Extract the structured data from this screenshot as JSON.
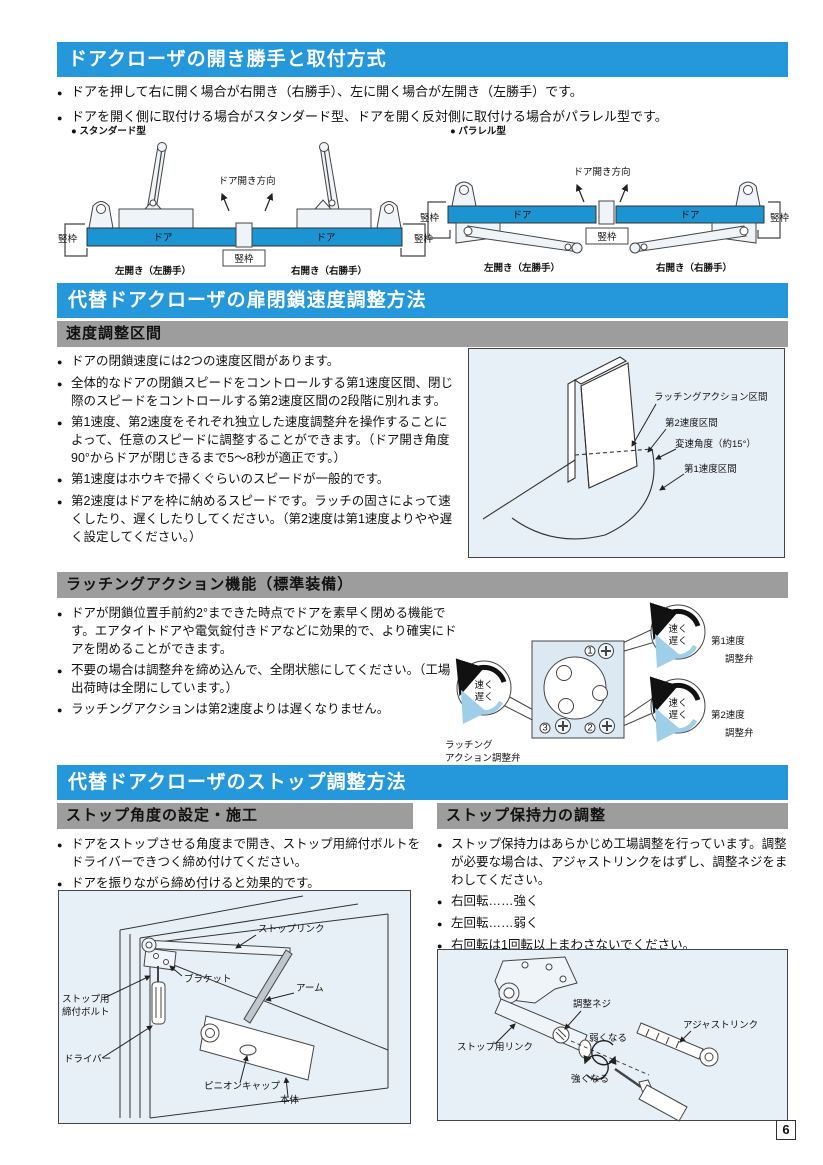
{
  "page_number": "6",
  "s1": {
    "title": "ドアクローザの開き勝手と取付方式",
    "bullets": [
      "ドアを押して右に開く場合が右開き（右勝手）、左に開く場合が左開き（左勝手）です。",
      "ドアを開く側に取付ける場合がスタンダード型、ドアを開く反対側に取付ける場合がパラレル型です。"
    ],
    "standard": {
      "label": "● スタンダード型",
      "opening_dir": "ドア開き方向",
      "door": "ドア",
      "frame": "竪枠",
      "caption_left": "左開き（左勝手）",
      "caption_right": "右開き（右勝手）"
    },
    "parallel": {
      "label": "● パラレル型",
      "opening_dir": "ドア開き方向",
      "door": "ドア",
      "frame": "竪枠",
      "caption_left": "左開き（左勝手）",
      "caption_right": "右開き（右勝手）"
    }
  },
  "s2": {
    "title": "代替ドアクローザの扉閉鎖速度調整方法",
    "speed": {
      "heading": "速度調整区間",
      "bullets": [
        "ドアの閉鎖速度には2つの速度区間があります。",
        "全体的なドアの閉鎖スピードをコントロールする第1速度区間、閉じ際のスピードをコントロールする第2速度区間の2段階に別れます。",
        "第1速度、第2速度をそれぞれ独立した速度調整弁を操作することによって、任意のスピードに調整することができます。（ドア開き角度90°からドアが閉じきるまで5〜8秒が適正です。）",
        "第1速度はホウキで掃くぐらいのスピードが一般的です。",
        "第2速度はドアを枠に納めるスピードです。ラッチの固さによって速くしたり、遅くしたりしてください。（第2速度は第1速度よりやや遅く設定してください。）"
      ],
      "diagram": {
        "latching_zone": "ラッチングアクション区間",
        "speed2_zone": "第2速度区間",
        "change_angle": "変速角度（約15°）",
        "speed1_zone": "第1速度区間"
      }
    },
    "latching": {
      "heading": "ラッチングアクション機能（標準装備）",
      "bullets": [
        "ドアが閉鎖位置手前約2°まできた時点でドアを素早く閉める機能です。エアタイトドアや電気錠付きドアなどに効果的で、より確実にドアを閉めることができます。",
        "不要の場合は調整弁を締め込んで、全閉状態にしてください。（工場出荷時は全閉にしています。）",
        "ラッチングアクションは第2速度よりは遅くなりません。"
      ],
      "diagram": {
        "fast": "速く",
        "slow": "遅く",
        "valve1_l1": "第1速度",
        "valve1_l2": "調整弁",
        "valve2_l1": "第2速度",
        "valve2_l2": "調整弁",
        "latch_l1": "ラッチング",
        "latch_l2": "アクション調整弁",
        "screw_numbers": [
          "1",
          "2",
          "3"
        ]
      }
    }
  },
  "s3": {
    "title": "代替ドアクローザのストップ調整方法",
    "left": {
      "heading": "ストップ角度の設定・施工",
      "bullets": [
        "ドアをストップさせる角度まで開き、ストップ用締付ボルトをドライバーできつく締め付けてください。",
        "ドアを振りながら締め付けると効果的です。"
      ],
      "diagram": {
        "stop_link": "ストップリンク",
        "bracket": "ブラケット",
        "arm": "アーム",
        "stop_bolt_l1": "ストップ用",
        "stop_bolt_l2": "締付ボルト",
        "driver": "ドライバー",
        "pinion_cap": "ピニオンキャップ",
        "body": "本体"
      }
    },
    "right": {
      "heading": "ストップ保持力の調整",
      "bullets": [
        "ストップ保持力はあらかじめ工場調整を行っています。調整が必要な場合は、アジャストリンクをはずし、調整ネジをまわしてください。",
        "右回転……強く",
        "左回転……弱く",
        "右回転は1回転以上まわさないでください。"
      ],
      "diagram": {
        "adjust_screw": "調整ネジ",
        "adjust_link": "アジャストリンク",
        "stop_link": "ストップ用リンク",
        "weaker": "弱くなる",
        "stronger": "強くなる"
      }
    }
  }
}
